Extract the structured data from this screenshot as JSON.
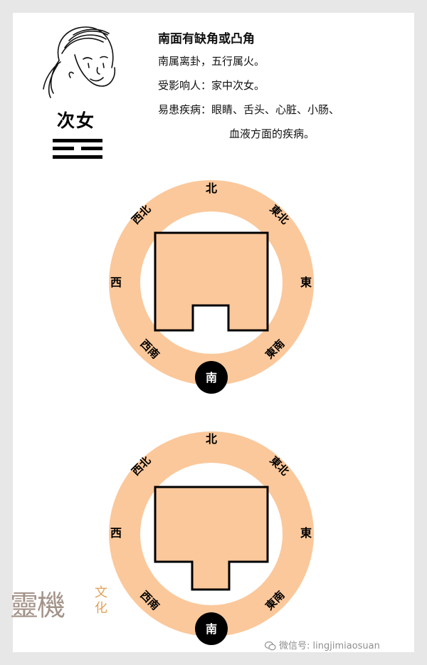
{
  "title": "南面有缺角或凸角",
  "info": [
    {
      "label": "南属离卦，",
      "value": "五行属火。"
    },
    {
      "label": "受影响人：",
      "value": "家中次女。"
    },
    {
      "label": "易患疾病：",
      "value": "眼睛、舌头、心脏、小肠、"
    },
    {
      "label": "",
      "value": "血液方面的疾病。"
    }
  ],
  "person_label": "次女",
  "trigram": "离",
  "compass": {
    "north": "北",
    "northeast": "東北",
    "east": "東",
    "southeast": "東南",
    "south": "南",
    "southwest": "西南",
    "west": "西",
    "northwest": "西北"
  },
  "diagrams": [
    {
      "variant": "missing-corner"
    },
    {
      "variant": "protruding-corner"
    }
  ],
  "colors": {
    "ring": "#fbc89b",
    "house": "#fbc89b",
    "south_dot": "#000000"
  },
  "branding": {
    "logo": "靈機",
    "logo_suffix": "文化",
    "wechat_id": "微信号: lingjimiaosuan"
  }
}
